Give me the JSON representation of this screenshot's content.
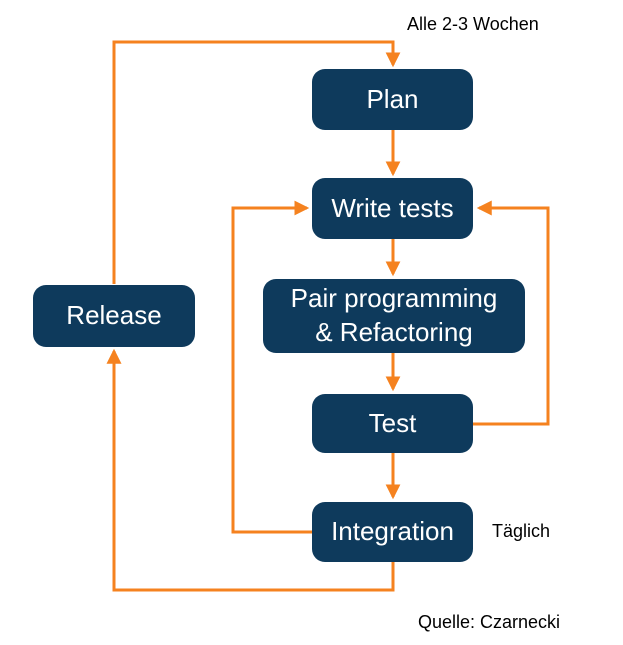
{
  "colors": {
    "navy": "#0e3a5c",
    "orange": "#f5821f",
    "box_text": "#ffffff",
    "annotation_text": "#000000",
    "background": "#ffffff"
  },
  "nodes": {
    "plan": {
      "label": "Plan"
    },
    "write_tests": {
      "label": "Write tests"
    },
    "pair": {
      "label_line1": "Pair programming",
      "label_line2": "& Refactoring"
    },
    "test": {
      "label": "Test"
    },
    "integration": {
      "label": "Integration"
    },
    "release": {
      "label": "Release"
    }
  },
  "annotations": {
    "release_cycle": "Alle 2-3 Wochen",
    "daily_cycle": "Täglich",
    "source": "Quelle: Czarnecki"
  },
  "edges": [
    {
      "from": "release",
      "to": "plan"
    },
    {
      "from": "plan",
      "to": "write_tests"
    },
    {
      "from": "write_tests",
      "to": "pair"
    },
    {
      "from": "pair",
      "to": "test"
    },
    {
      "from": "test",
      "to": "integration"
    },
    {
      "from": "integration",
      "to": "write_tests"
    },
    {
      "from": "test",
      "to": "write_tests"
    },
    {
      "from": "integration",
      "to": "release"
    }
  ]
}
